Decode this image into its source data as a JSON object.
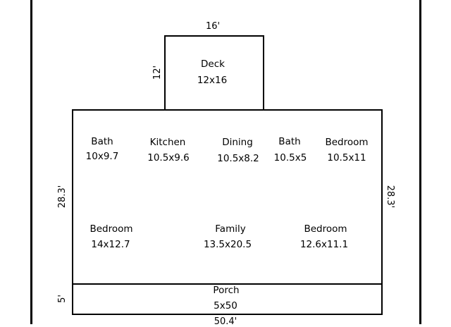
{
  "deck": {
    "name": "Deck",
    "size": "12x16",
    "width_dim": "16'",
    "height_dim": "12'"
  },
  "house": {
    "left_dim": "28.3'",
    "right_dim": "28.3'"
  },
  "porch": {
    "name": "Porch",
    "size": "5x50",
    "height_dim": "5'",
    "width_dim": "50.4'"
  },
  "rooms": [
    {
      "name": "Bath",
      "size": "10x9.7"
    },
    {
      "name": "Kitchen",
      "size": "10.5x9.6"
    },
    {
      "name": "Dining",
      "size": "10.5x8.2"
    },
    {
      "name": "Bath",
      "size": "10.5x5"
    },
    {
      "name": "Bedroom",
      "size": "10.5x11"
    },
    {
      "name": "Bedroom",
      "size": "14x12.7"
    },
    {
      "name": "Family",
      "size": "13.5x20.5"
    },
    {
      "name": "Bedroom",
      "size": "12.6x11.1"
    }
  ]
}
